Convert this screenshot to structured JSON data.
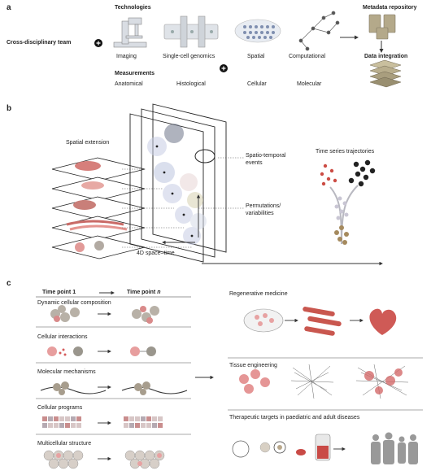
{
  "panel_a": {
    "label": "a",
    "team": "Cross-disciplinary team",
    "technologies_title": "Technologies",
    "technologies": [
      "Imaging",
      "Single-cell genomics",
      "Spatial",
      "Computational"
    ],
    "measurements_title": "Measurements",
    "measurements": [
      "Anatomical",
      "Histological",
      "Cellular",
      "Molecular"
    ],
    "metadata_repository": "Metadata repository",
    "data_integration": "Data integration"
  },
  "panel_b": {
    "label": "b",
    "spatial_extension": "Spatial extension",
    "spatio_temporal_line1": "Spatio-temporal",
    "spatio_temporal_line2": "events",
    "permutations_line1": "Permutations/",
    "permutations_line2": "variabilities",
    "time_series": "Time series trajectories",
    "space_time": "4D space–time"
  },
  "panel_c": {
    "label": "c",
    "time_point_1": "Time point 1",
    "time_point_n_prefix": "Time point ",
    "time_point_n_var": "n",
    "rows": [
      "Dynamic cellular composition",
      "Cellular interactions",
      "Molecular mechanisms",
      "Cellular programs",
      "Multicellular structure"
    ],
    "applications": [
      "Regenerative medicine",
      "Tissue engineering",
      "Therapeutic targets in paediatric and adult diseases"
    ]
  }
}
